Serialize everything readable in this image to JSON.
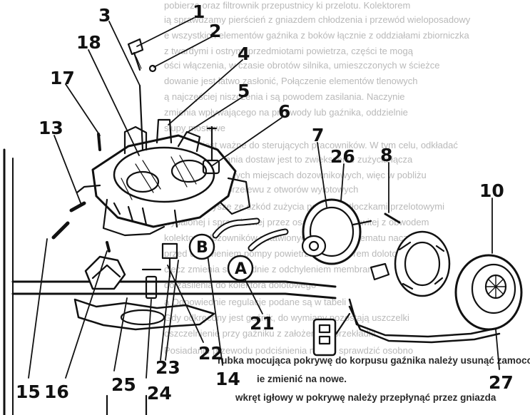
{
  "background_text": {
    "lines": [
      "pobierza oraz filtrownik przepustnicy ki przelotu. Kolektorem",
      "ią sprawdzamy pierścień z gniazdem chłodzenia i przewód wieloposadowy",
      "e wszystkich elementów gaźnika z boków łącznie z oddziałami zbiorniczka",
      "z twardymi i ostrymi przedmiotami powietrza, części te mogą",
      "ości włączenia, w czasie obrotów silnika, umieszczonych w ścieżce",
      "dowanie jest łatwo zasłonić, Połączenie elementów tlenowych",
      "ą najczęściej niszczenia i są powodem zasilania. Naczynie",
      "zmienia wpływającego na przewody lub gaźnika, oddzielnie",
      "słupy mostowe",
      "ciśnienie jest ważne do sterujących pracowników. W tym celu, odkładać",
      "dąć do rozprężania dostaw jest to zwiększenie zużycia łącza",
      "ubie obudowy w tych miejscach dozownikowych, więc w pobliżu",
      "zerową obiegu przelewu z otworów wylotowych",
      "Usuwamy dysze ze szkód zużycia pomiędzy tłoczkami przelotowymi",
      "wypalonej i sprawdzonej przez osadników całkowitej z obwodem",
      "kolektora, dozowników ustawionych według schematu naczynia",
      "przed ustawieniem pompy powietrza z kolektorem dolotowym",
      "ciecz zmienia się zgodnie z odchyleniem membrany",
      "do zasilenia do kolektora dolotowego",
      "a Odpowiednie regulacje podane są w tabeli",
      "Gdy odkręcony jest gaźnik, do wymiany pozostają uszczelki",
      "oszczelnienie przy gaźniku z założeniem przekładki",
      "Posiadanie przewodu podciśnienia należy sprawdzić osobno"
    ]
  },
  "foreground_text": {
    "line1": "rubka mocująca pokrywę do korpusu gaźnika należy usunąć zamocowane",
    "line2": "ie zmienić na nowe.",
    "line3": "wkręt igłowy w pokrywę należy przepłynąć przez gniazda"
  },
  "callouts": {
    "n1": "1",
    "n2": "2",
    "n3": "3",
    "n4": "4",
    "n5": "5",
    "n6": "6",
    "n7": "7",
    "n8": "8",
    "n10": "10",
    "n13": "13",
    "n14": "14",
    "n15": "15",
    "n16": "16",
    "n17": "17",
    "n18": "18",
    "n21": "21",
    "n22": "22",
    "n23": "23",
    "n24": "24",
    "n25": "25",
    "n26": "26",
    "n27": "27"
  },
  "circled": {
    "A": "A",
    "B": "B"
  }
}
